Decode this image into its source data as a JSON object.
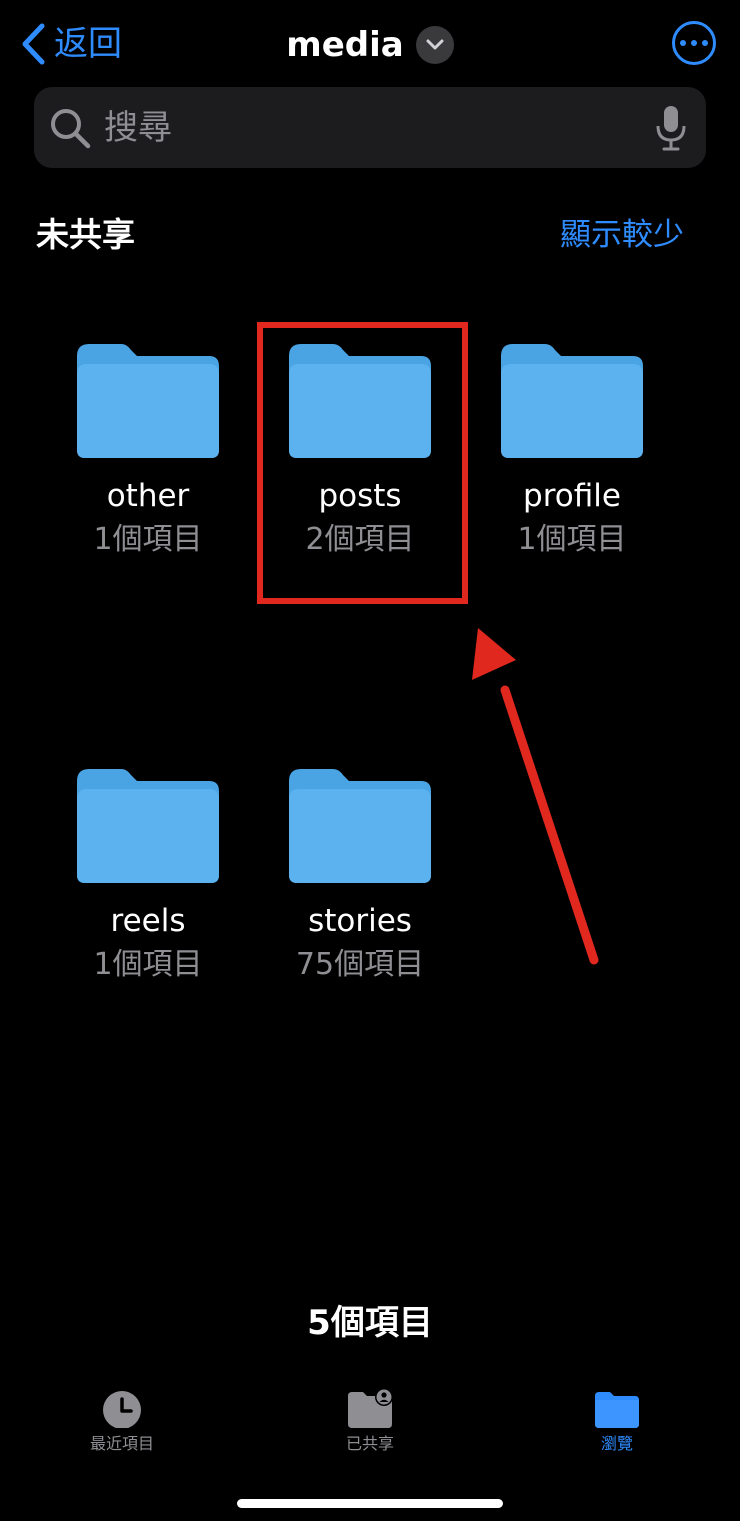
{
  "nav": {
    "back_label": "返回",
    "title": "media"
  },
  "search": {
    "placeholder": "搜尋"
  },
  "section": {
    "title": "未共享",
    "action": "顯示較少"
  },
  "folders": [
    {
      "name": "other",
      "count": "1個項目"
    },
    {
      "name": "posts",
      "count": "2個項目"
    },
    {
      "name": "profile",
      "count": "1個項目"
    },
    {
      "name": "reels",
      "count": "1個項目"
    },
    {
      "name": "stories",
      "count": "75個項目"
    }
  ],
  "footer": {
    "item_total": "5個項目"
  },
  "tabs": [
    {
      "label": "最近項目",
      "icon": "clock-icon",
      "active": false
    },
    {
      "label": "已共享",
      "icon": "shared-folder-icon",
      "active": false
    },
    {
      "label": "瀏覽",
      "icon": "folder-icon",
      "active": true
    }
  ],
  "colors": {
    "accent": "#2f8cff",
    "folder": "#5bb2ee",
    "annotation": "#e0281e",
    "background": "#000000",
    "secondary_text": "#8e8e93"
  }
}
